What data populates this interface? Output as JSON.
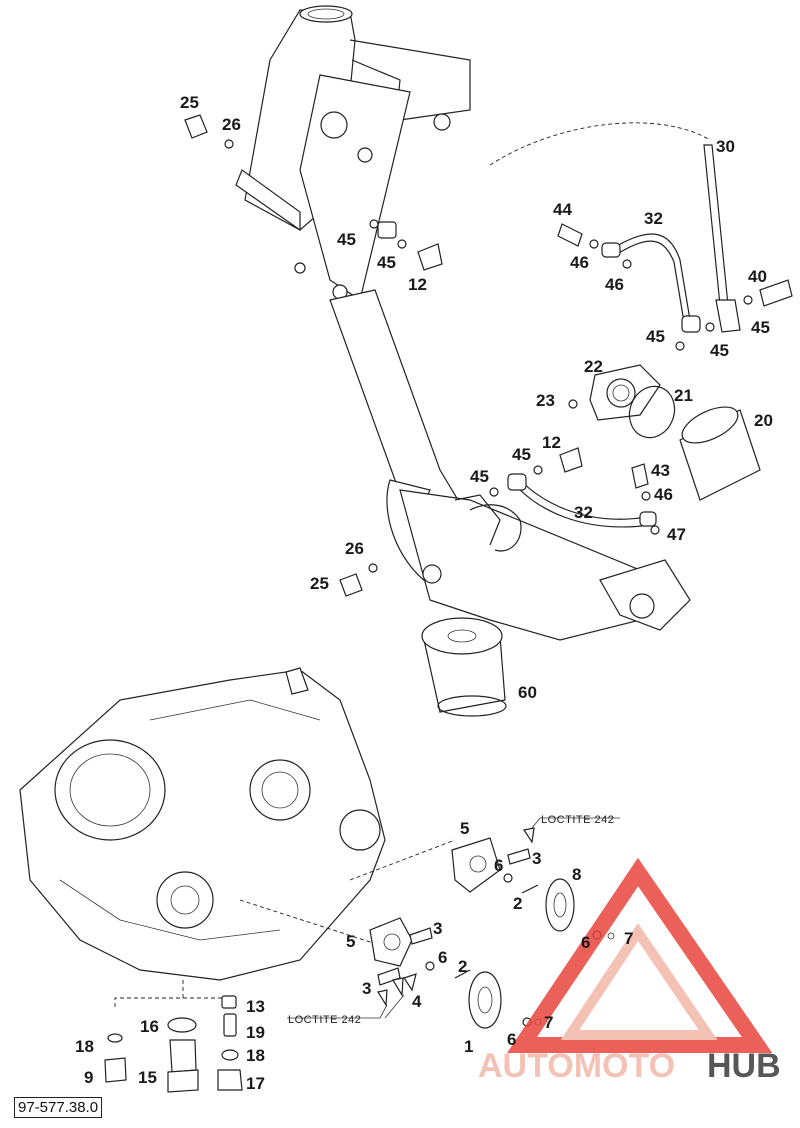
{
  "diagram": {
    "reference": "97-577.38.0",
    "notes": [
      "LOCTITE 242",
      "LOCTITE 242"
    ],
    "callouts": [
      {
        "id": "c25a",
        "label": "25"
      },
      {
        "id": "c26a",
        "label": "26"
      },
      {
        "id": "c45a",
        "label": "45"
      },
      {
        "id": "c45b",
        "label": "45"
      },
      {
        "id": "c12a",
        "label": "12"
      },
      {
        "id": "c30",
        "label": "30"
      },
      {
        "id": "c44",
        "label": "44"
      },
      {
        "id": "c32a",
        "label": "32"
      },
      {
        "id": "c46a",
        "label": "46"
      },
      {
        "id": "c46b",
        "label": "46"
      },
      {
        "id": "c40",
        "label": "40"
      },
      {
        "id": "c45c",
        "label": "45"
      },
      {
        "id": "c45d",
        "label": "45"
      },
      {
        "id": "c45e",
        "label": "45"
      },
      {
        "id": "c22",
        "label": "22"
      },
      {
        "id": "c21",
        "label": "21"
      },
      {
        "id": "c23",
        "label": "23"
      },
      {
        "id": "c20",
        "label": "20"
      },
      {
        "id": "c45f",
        "label": "45"
      },
      {
        "id": "c12b",
        "label": "12"
      },
      {
        "id": "c45g",
        "label": "45"
      },
      {
        "id": "c43",
        "label": "43"
      },
      {
        "id": "c46c",
        "label": "46"
      },
      {
        "id": "c32b",
        "label": "32"
      },
      {
        "id": "c47",
        "label": "47"
      },
      {
        "id": "c26b",
        "label": "26"
      },
      {
        "id": "c25b",
        "label": "25"
      },
      {
        "id": "c60",
        "label": "60"
      },
      {
        "id": "c5a",
        "label": "5"
      },
      {
        "id": "c3a",
        "label": "3"
      },
      {
        "id": "c6a",
        "label": "6"
      },
      {
        "id": "c2a",
        "label": "2"
      },
      {
        "id": "c8",
        "label": "8"
      },
      {
        "id": "c6b",
        "label": "6"
      },
      {
        "id": "c7a",
        "label": "7"
      },
      {
        "id": "c5b",
        "label": "5"
      },
      {
        "id": "c3b",
        "label": "3"
      },
      {
        "id": "c6c",
        "label": "6"
      },
      {
        "id": "c2b",
        "label": "2"
      },
      {
        "id": "c3c",
        "label": "3"
      },
      {
        "id": "c4",
        "label": "4"
      },
      {
        "id": "c6d",
        "label": "6"
      },
      {
        "id": "c7b",
        "label": "7"
      },
      {
        "id": "c1",
        "label": "1"
      },
      {
        "id": "c13",
        "label": "13"
      },
      {
        "id": "c16",
        "label": "16"
      },
      {
        "id": "c19",
        "label": "19"
      },
      {
        "id": "c18a",
        "label": "18"
      },
      {
        "id": "c18b",
        "label": "18"
      },
      {
        "id": "c9",
        "label": "9"
      },
      {
        "id": "c15",
        "label": "15"
      },
      {
        "id": "c17",
        "label": "17"
      }
    ]
  },
  "watermark": {
    "part1": "AUTOMOTO",
    "part2": "HUB",
    "color_primary": "#e8453c",
    "color_secondary": "#f2b8a8",
    "color_dark": "#3a3a3a"
  }
}
